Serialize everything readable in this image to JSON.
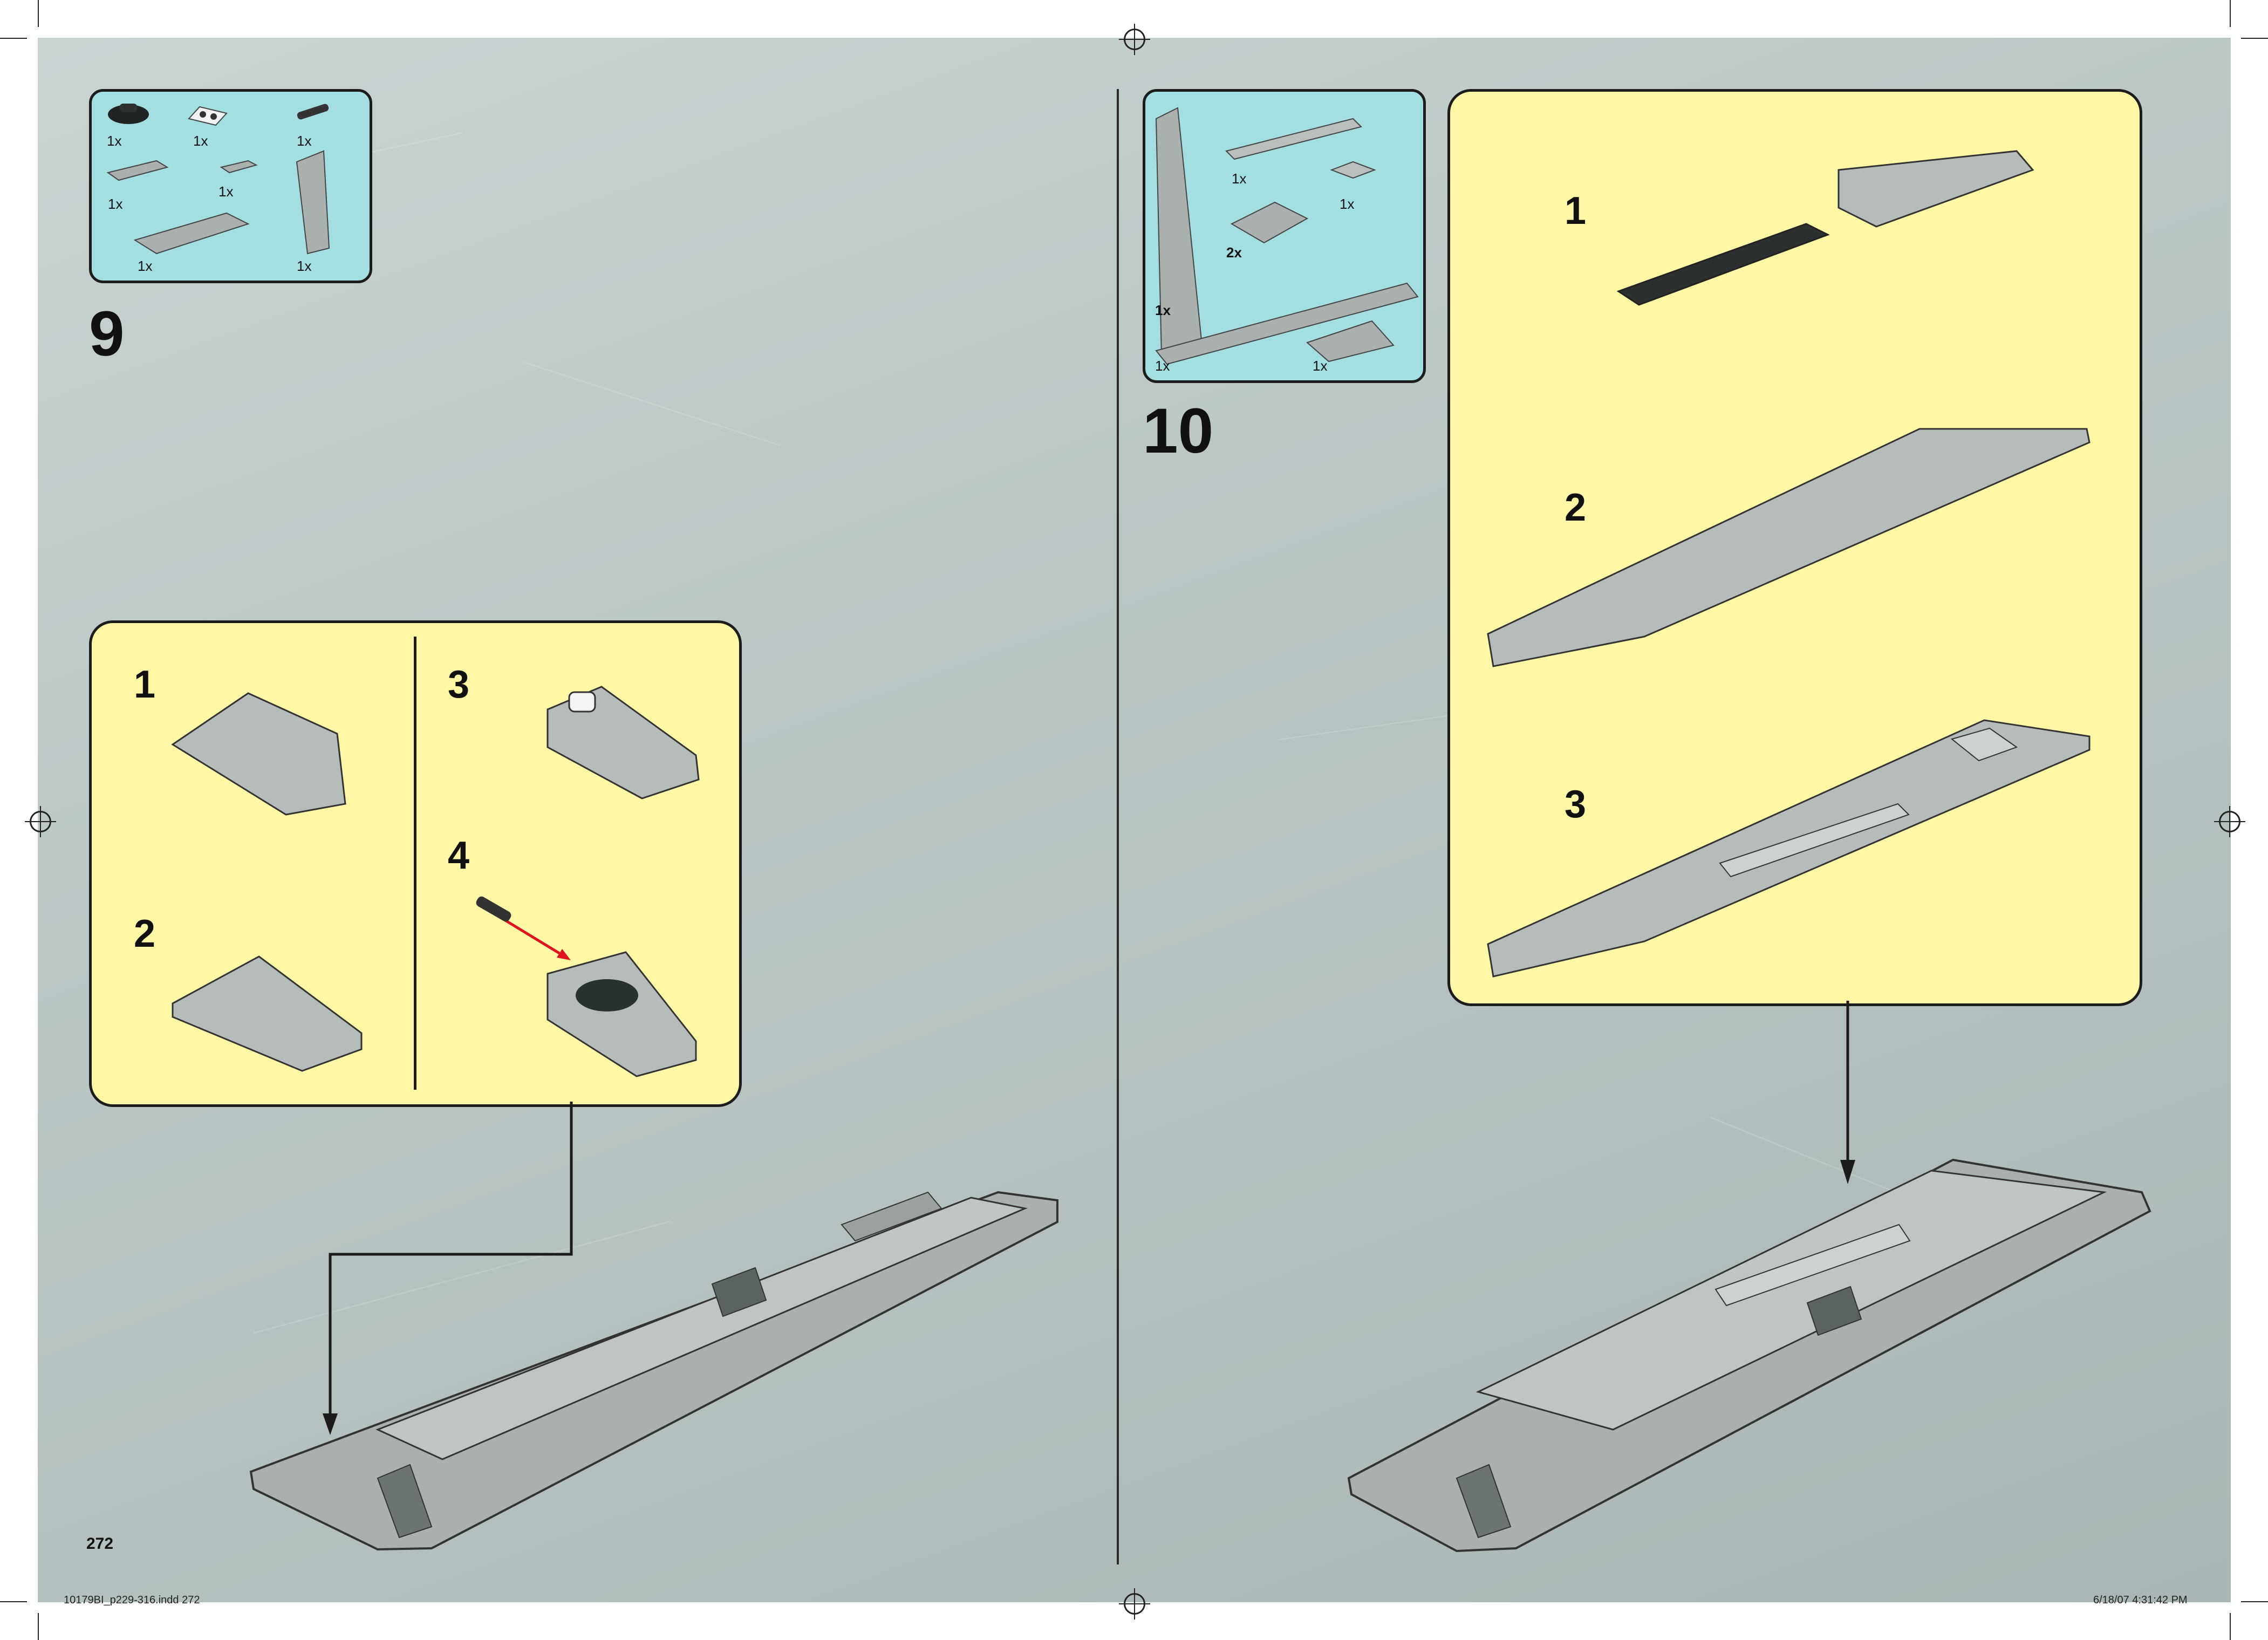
{
  "left_page": {
    "step": "9",
    "parts": [
      "1x",
      "1x",
      "1x",
      "1x",
      "1x",
      "1x",
      "1x"
    ],
    "substeps": [
      "1",
      "2",
      "3",
      "4"
    ],
    "page_number": "272"
  },
  "right_page": {
    "step": "10",
    "parts": [
      "1x",
      "1x",
      "2x",
      "1x",
      "1x",
      "1x"
    ],
    "substeps": [
      "1",
      "2",
      "3"
    ]
  },
  "slug": {
    "file": "10179BI_p229-316.indd   272",
    "timestamp": "6/18/07   4:31:42 PM"
  },
  "colors": {
    "background": "#bcc7c6",
    "parts_box": "#a3dfe0",
    "callout": "#fdf7a6",
    "brick_light": "#a9b0ad",
    "brick_dark": "#3b403f",
    "arrow_red": "#e0141e"
  }
}
